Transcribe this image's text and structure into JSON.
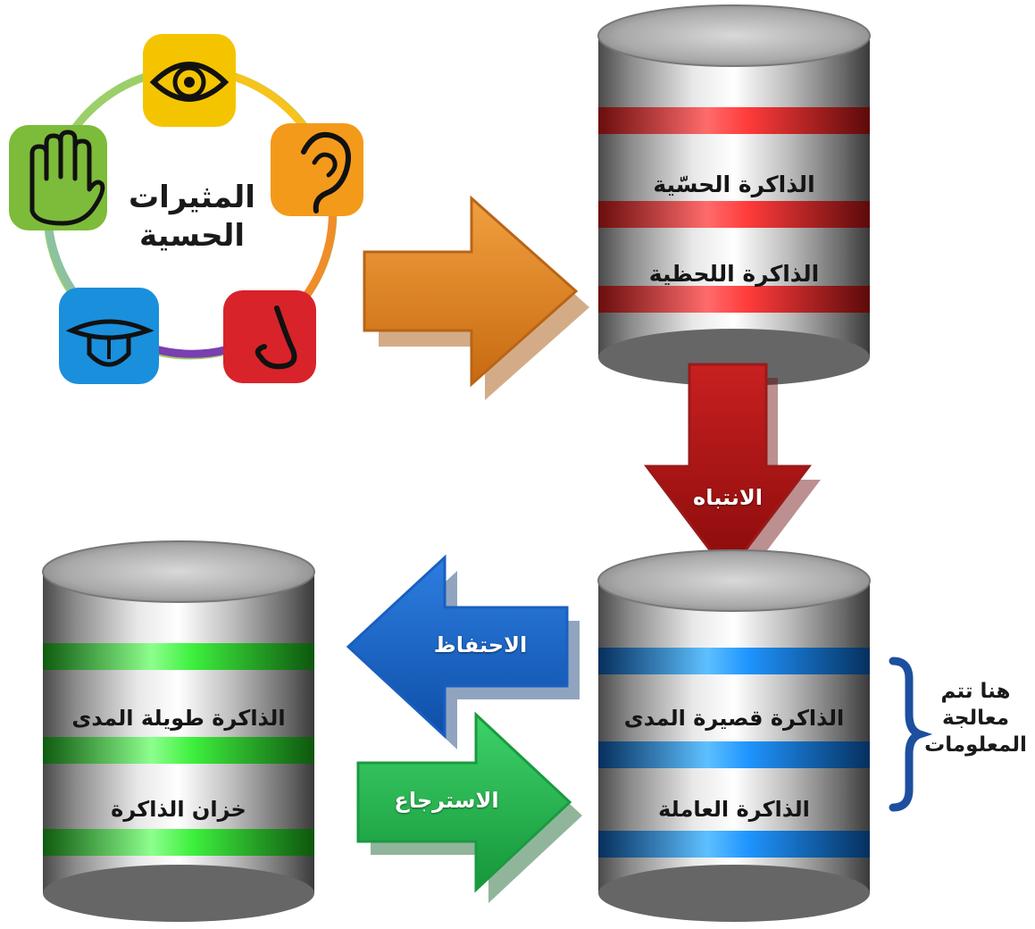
{
  "stimuli": {
    "title_line1": "المثيرات",
    "title_line2": "الحسية",
    "senses": [
      "eye-icon",
      "ear-icon",
      "nose-icon",
      "tongue-icon",
      "hand-icon"
    ],
    "colors": {
      "eye": "#f5c400",
      "ear": "#f39a1b",
      "nose": "#d8232a",
      "tongue": "#1a8fdc",
      "hand": "#7dbb3a"
    }
  },
  "sensory_db": {
    "label_top": "الذاكرة الحسّية",
    "label_bottom": "الذاكرة اللحظية",
    "ring_color": "#e02b2b"
  },
  "short_db": {
    "label_top": "الذاكرة قصيرة المدى",
    "label_bottom": "الذاكرة العاملة",
    "ring_color": "#1f8ff0"
  },
  "long_db": {
    "label_top": "الذاكرة طويلة المدى",
    "label_bottom": "خزان الذاكرة",
    "ring_color": "#3fe03f"
  },
  "arrows": {
    "attention": "الانتباه",
    "retention": "الاحتفاظ",
    "retrieval": "الاسترجاع"
  },
  "note": {
    "line1": "هنا تتم",
    "line2": "معالجة",
    "line3": "المعلومات"
  }
}
